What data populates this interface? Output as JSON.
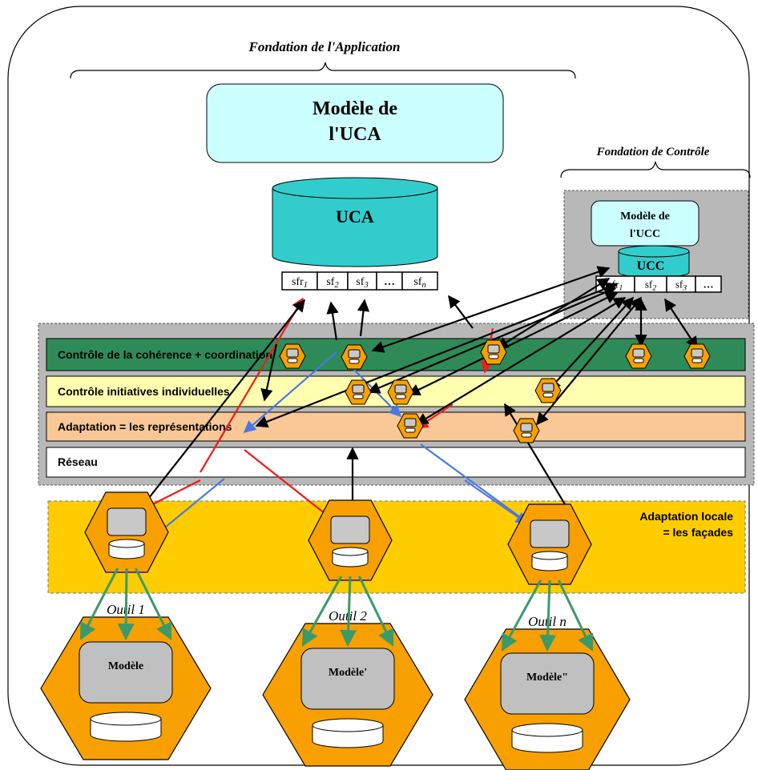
{
  "header": {
    "app_foundation": "Fondation de l'Application",
    "control_foundation": "Fondation de Contrôle"
  },
  "uca": {
    "model_line1": "Modèle de",
    "model_line2": "l'UCA",
    "db_label": "UCA",
    "slots": [
      {
        "base": "sfr",
        "sub": "1"
      },
      {
        "base": "sf",
        "sub": "2"
      },
      {
        "base": "sf",
        "sub": "3"
      },
      {
        "base": "…",
        "sub": ""
      },
      {
        "base": "sf",
        "sub": "n"
      }
    ]
  },
  "ucc": {
    "model_line1": "Modèle de",
    "model_line2": "l'UCC",
    "db_label": "UCC",
    "slots": [
      {
        "base": "sfr",
        "sub": "1"
      },
      {
        "base": "sf",
        "sub": "2"
      },
      {
        "base": "sf",
        "sub": "3"
      },
      {
        "base": "…",
        "sub": ""
      }
    ]
  },
  "layers": {
    "coherence": "Contrôle de la cohérence + coordination",
    "initiatives": "Contrôle initiatives individuelles",
    "adaptation": "Adaptation = les représentations",
    "reseau": "Réseau"
  },
  "local_adaptation": {
    "line1": "Adaptation locale",
    "line2": "= les façades"
  },
  "tools": [
    {
      "label": "Outil 1",
      "model": "Modèle"
    },
    {
      "label": "Outil 2",
      "model": "Modèle'"
    },
    {
      "label": "Outil n",
      "model": "Modèle\""
    }
  ],
  "colors": {
    "orange": "#f7a000",
    "cyan_light": "#ccffff",
    "cyan": "#33cccc",
    "green": "#2e8b57",
    "yellow_light": "#ffffb0",
    "peach": "#f9c896",
    "gold": "#ffcc00",
    "gray_panel": "#b8b8b8",
    "red_arrow": "#ee1c1c",
    "blue_arrow": "#4a78e0",
    "green_arrow": "#3a9a6a"
  }
}
